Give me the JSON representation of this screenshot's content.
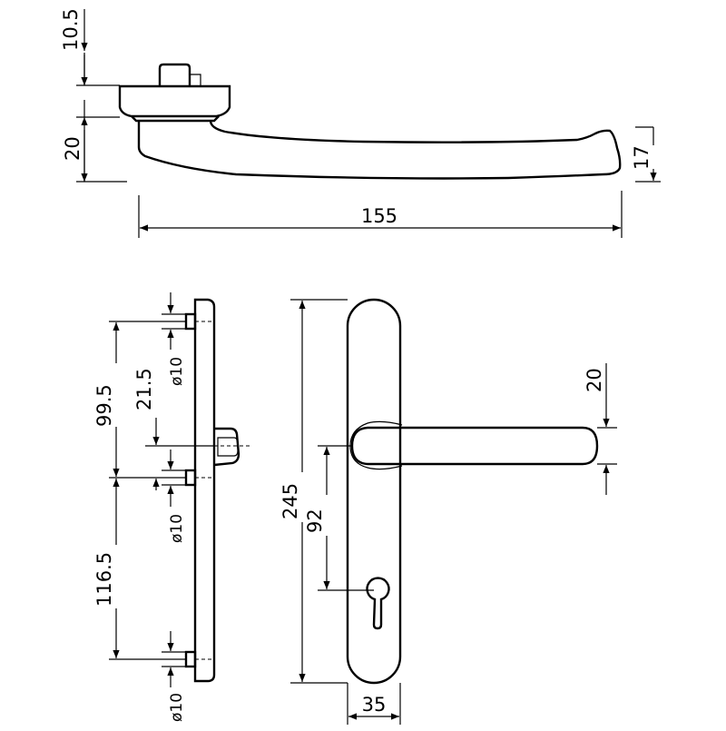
{
  "dimensions": {
    "side_top_height": "10.5",
    "side_rose_height": "20",
    "lever_end_height": "17",
    "lever_length": "155",
    "fixing_top": "99.5",
    "spindle_offset": "21.5",
    "hole_top": "ø10",
    "hole_mid": "ø10",
    "hole_bottom": "ø10",
    "fixing_bottom": "116.5",
    "plate_height": "245",
    "centre_distance": "92",
    "lever_width": "20",
    "plate_width": "35"
  }
}
